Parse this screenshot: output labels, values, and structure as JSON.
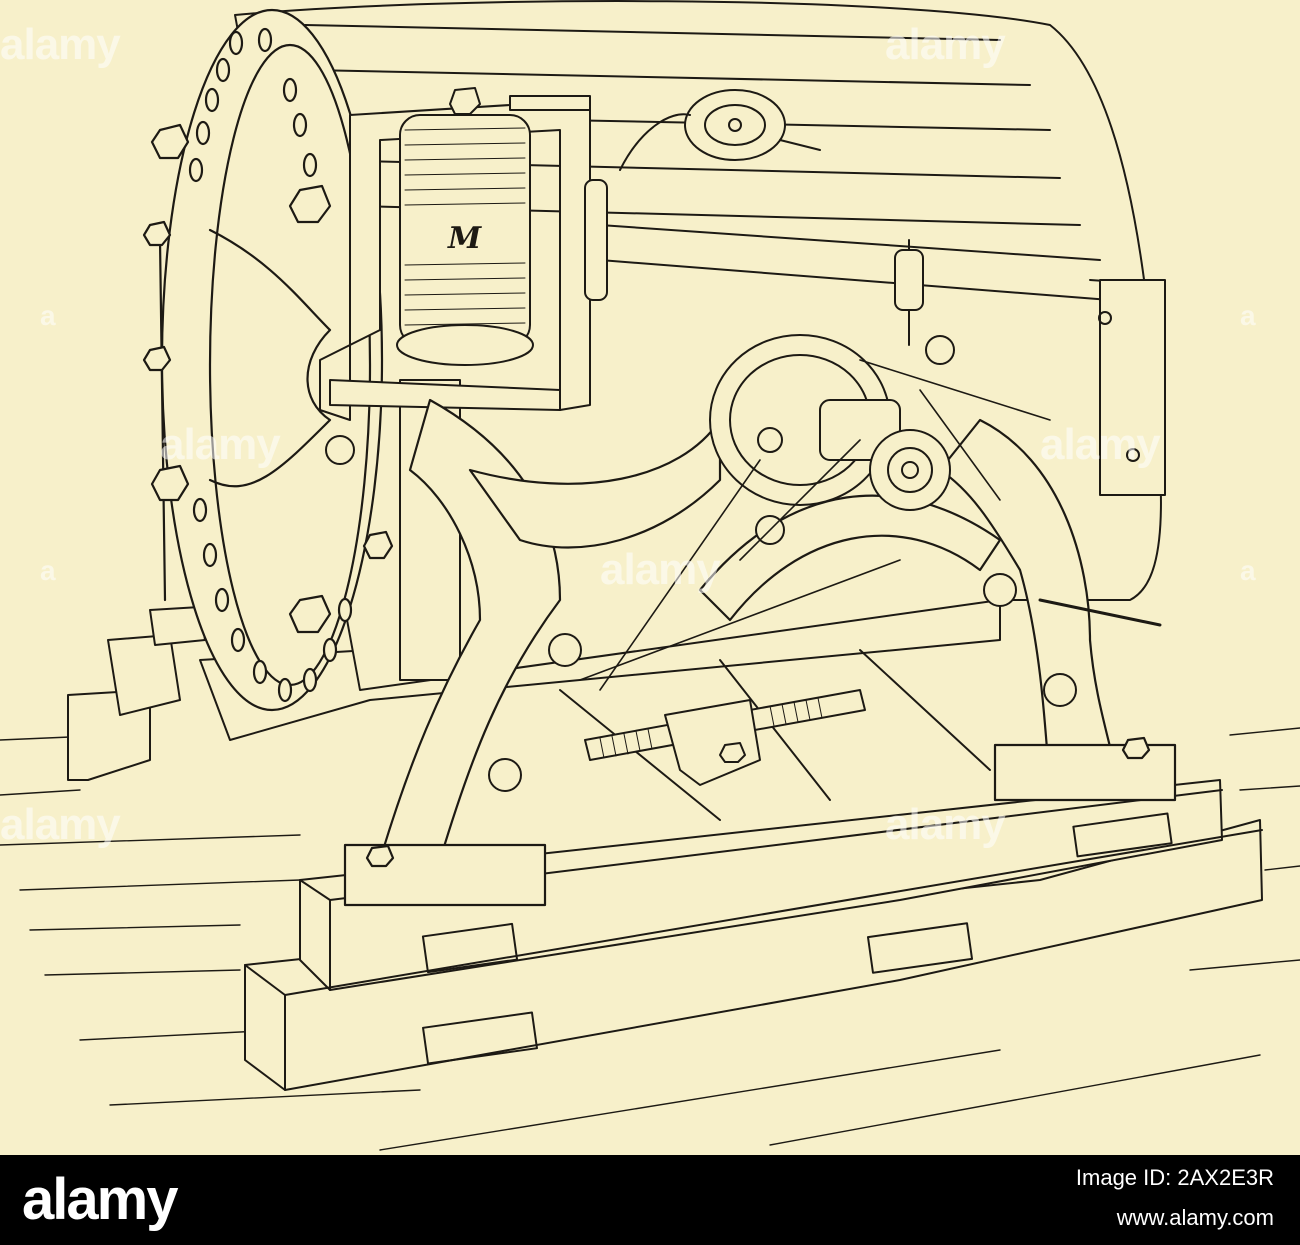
{
  "illustration": {
    "coil_letter": "M"
  },
  "watermark": {
    "text": "alamy",
    "tile_text": "a"
  },
  "footer": {
    "brand": "alamy",
    "image_id": "Image ID: 2AX2E3R",
    "url": "www.alamy.com"
  },
  "colors": {
    "paper": "#f7f0ca",
    "ink": "#1d1a14",
    "footer_bg": "#000000",
    "footer_text": "#ffffff"
  }
}
